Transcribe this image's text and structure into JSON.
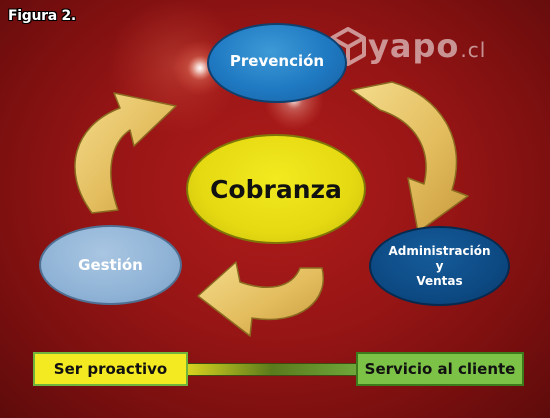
{
  "figure_label": "Figura 2.",
  "watermark": {
    "name": "yapo",
    "tld": ".cl",
    "icon": "cube-icon"
  },
  "nodes": {
    "prevencion": "Prevención",
    "cobranza": "Cobranza",
    "gestion": "Gestión",
    "administracion_line1": "Administración",
    "administracion_line2": "y",
    "administracion_line3": "Ventas"
  },
  "bottom": {
    "left": "Ser proactivo",
    "right": "Servicio al cliente"
  },
  "colors": {
    "background": "#a01818",
    "prevencion": "#1f79c2",
    "cobranza": "#e6da12",
    "gestion": "#8fb3d6",
    "administracion": "#0d4a84",
    "arrow": "#e8c66a",
    "ser_proactivo": "#f4ea21",
    "servicio_cliente": "#7cc246"
  }
}
